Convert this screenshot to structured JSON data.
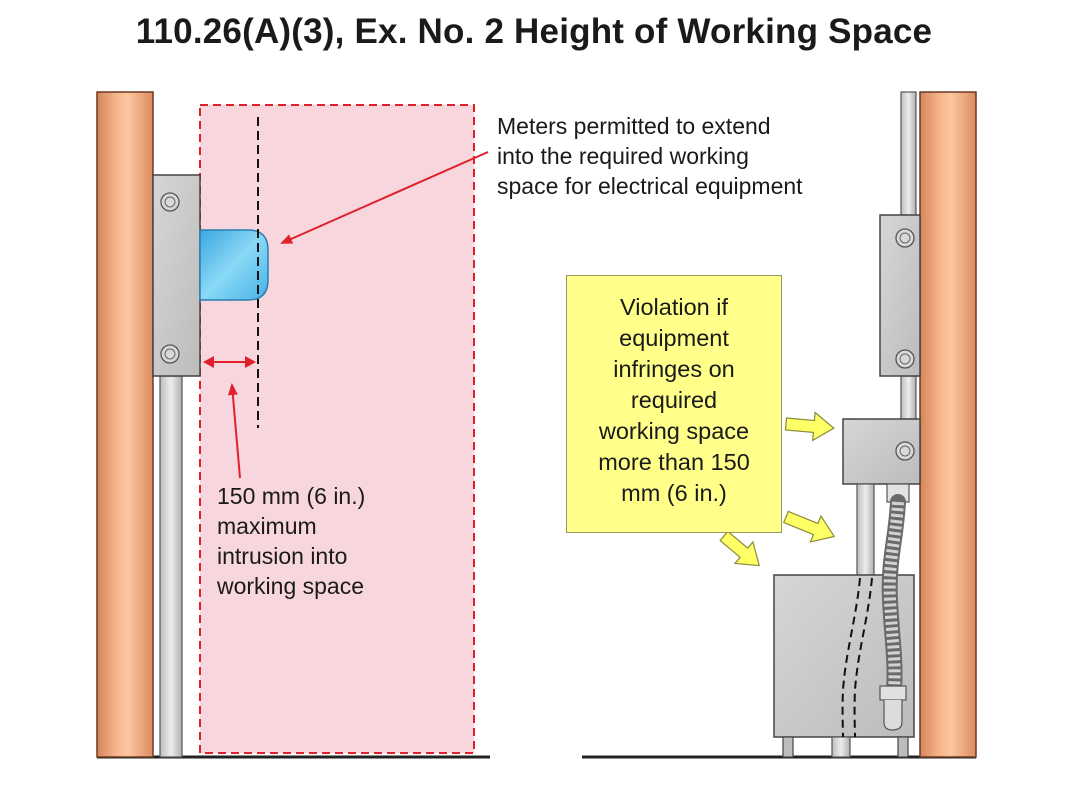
{
  "title": "110.26(A)(3), Ex. No. 2 Height of Working Space",
  "meters_note": {
    "lines": [
      "Meters permitted to extend",
      "into the required working",
      "space for electrical equipment"
    ]
  },
  "intrusion_note": {
    "lines": [
      "150 mm (6 in.)",
      "maximum",
      "intrusion into",
      "working space"
    ]
  },
  "violation_note": {
    "lines": [
      "Violation if",
      "equipment",
      "infringes on",
      "required",
      "working space",
      "more than 150",
      "mm (6 in.)"
    ]
  },
  "colors": {
    "wood": "#e89a6c",
    "working_space_fill": "#f8d6dd",
    "working_space_border": "#e0202a",
    "callout_fill": "#ffff8a",
    "arrow_red": "#e0202a",
    "arrow_yellow": "#ffff66",
    "equipment_gray": "#c8c8c8",
    "meter_blue": "#5fc3ef"
  },
  "icons": [
    "red-arrow",
    "double-headed-dimension-arrow",
    "yellow-arrow"
  ]
}
